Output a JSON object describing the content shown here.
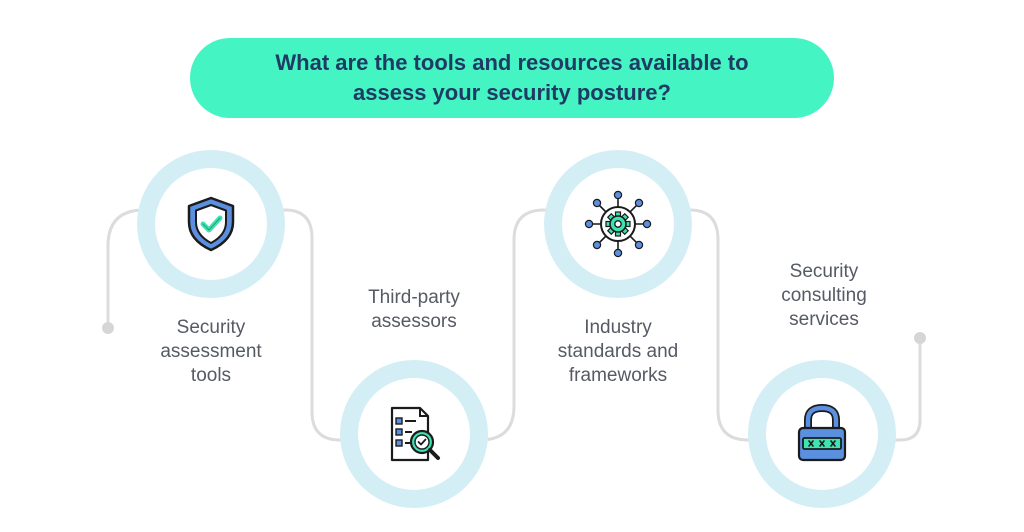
{
  "title": {
    "line1": "What are the tools and resources available to",
    "line2": "assess your security posture?"
  },
  "steps": [
    {
      "icon": "shield-check-icon",
      "label_lines": [
        "Security",
        "assessment",
        "tools"
      ]
    },
    {
      "icon": "document-search-icon",
      "label_lines": [
        "Third-party",
        "assessors"
      ]
    },
    {
      "icon": "gear-network-icon",
      "label_lines": [
        "Industry",
        "standards and",
        "frameworks"
      ]
    },
    {
      "icon": "padlock-password-icon",
      "label_lines": [
        "Security",
        "consulting",
        "services"
      ]
    }
  ],
  "colors": {
    "title_bg": "#44f4c2",
    "title_text": "#1f3b63",
    "ring": "#d4eef6",
    "connector": "#dcdcdc",
    "label_text": "#555a63",
    "icon_stroke": "#1b1b1b",
    "icon_blue": "#5b8fe0",
    "icon_green": "#3ee3b2"
  }
}
